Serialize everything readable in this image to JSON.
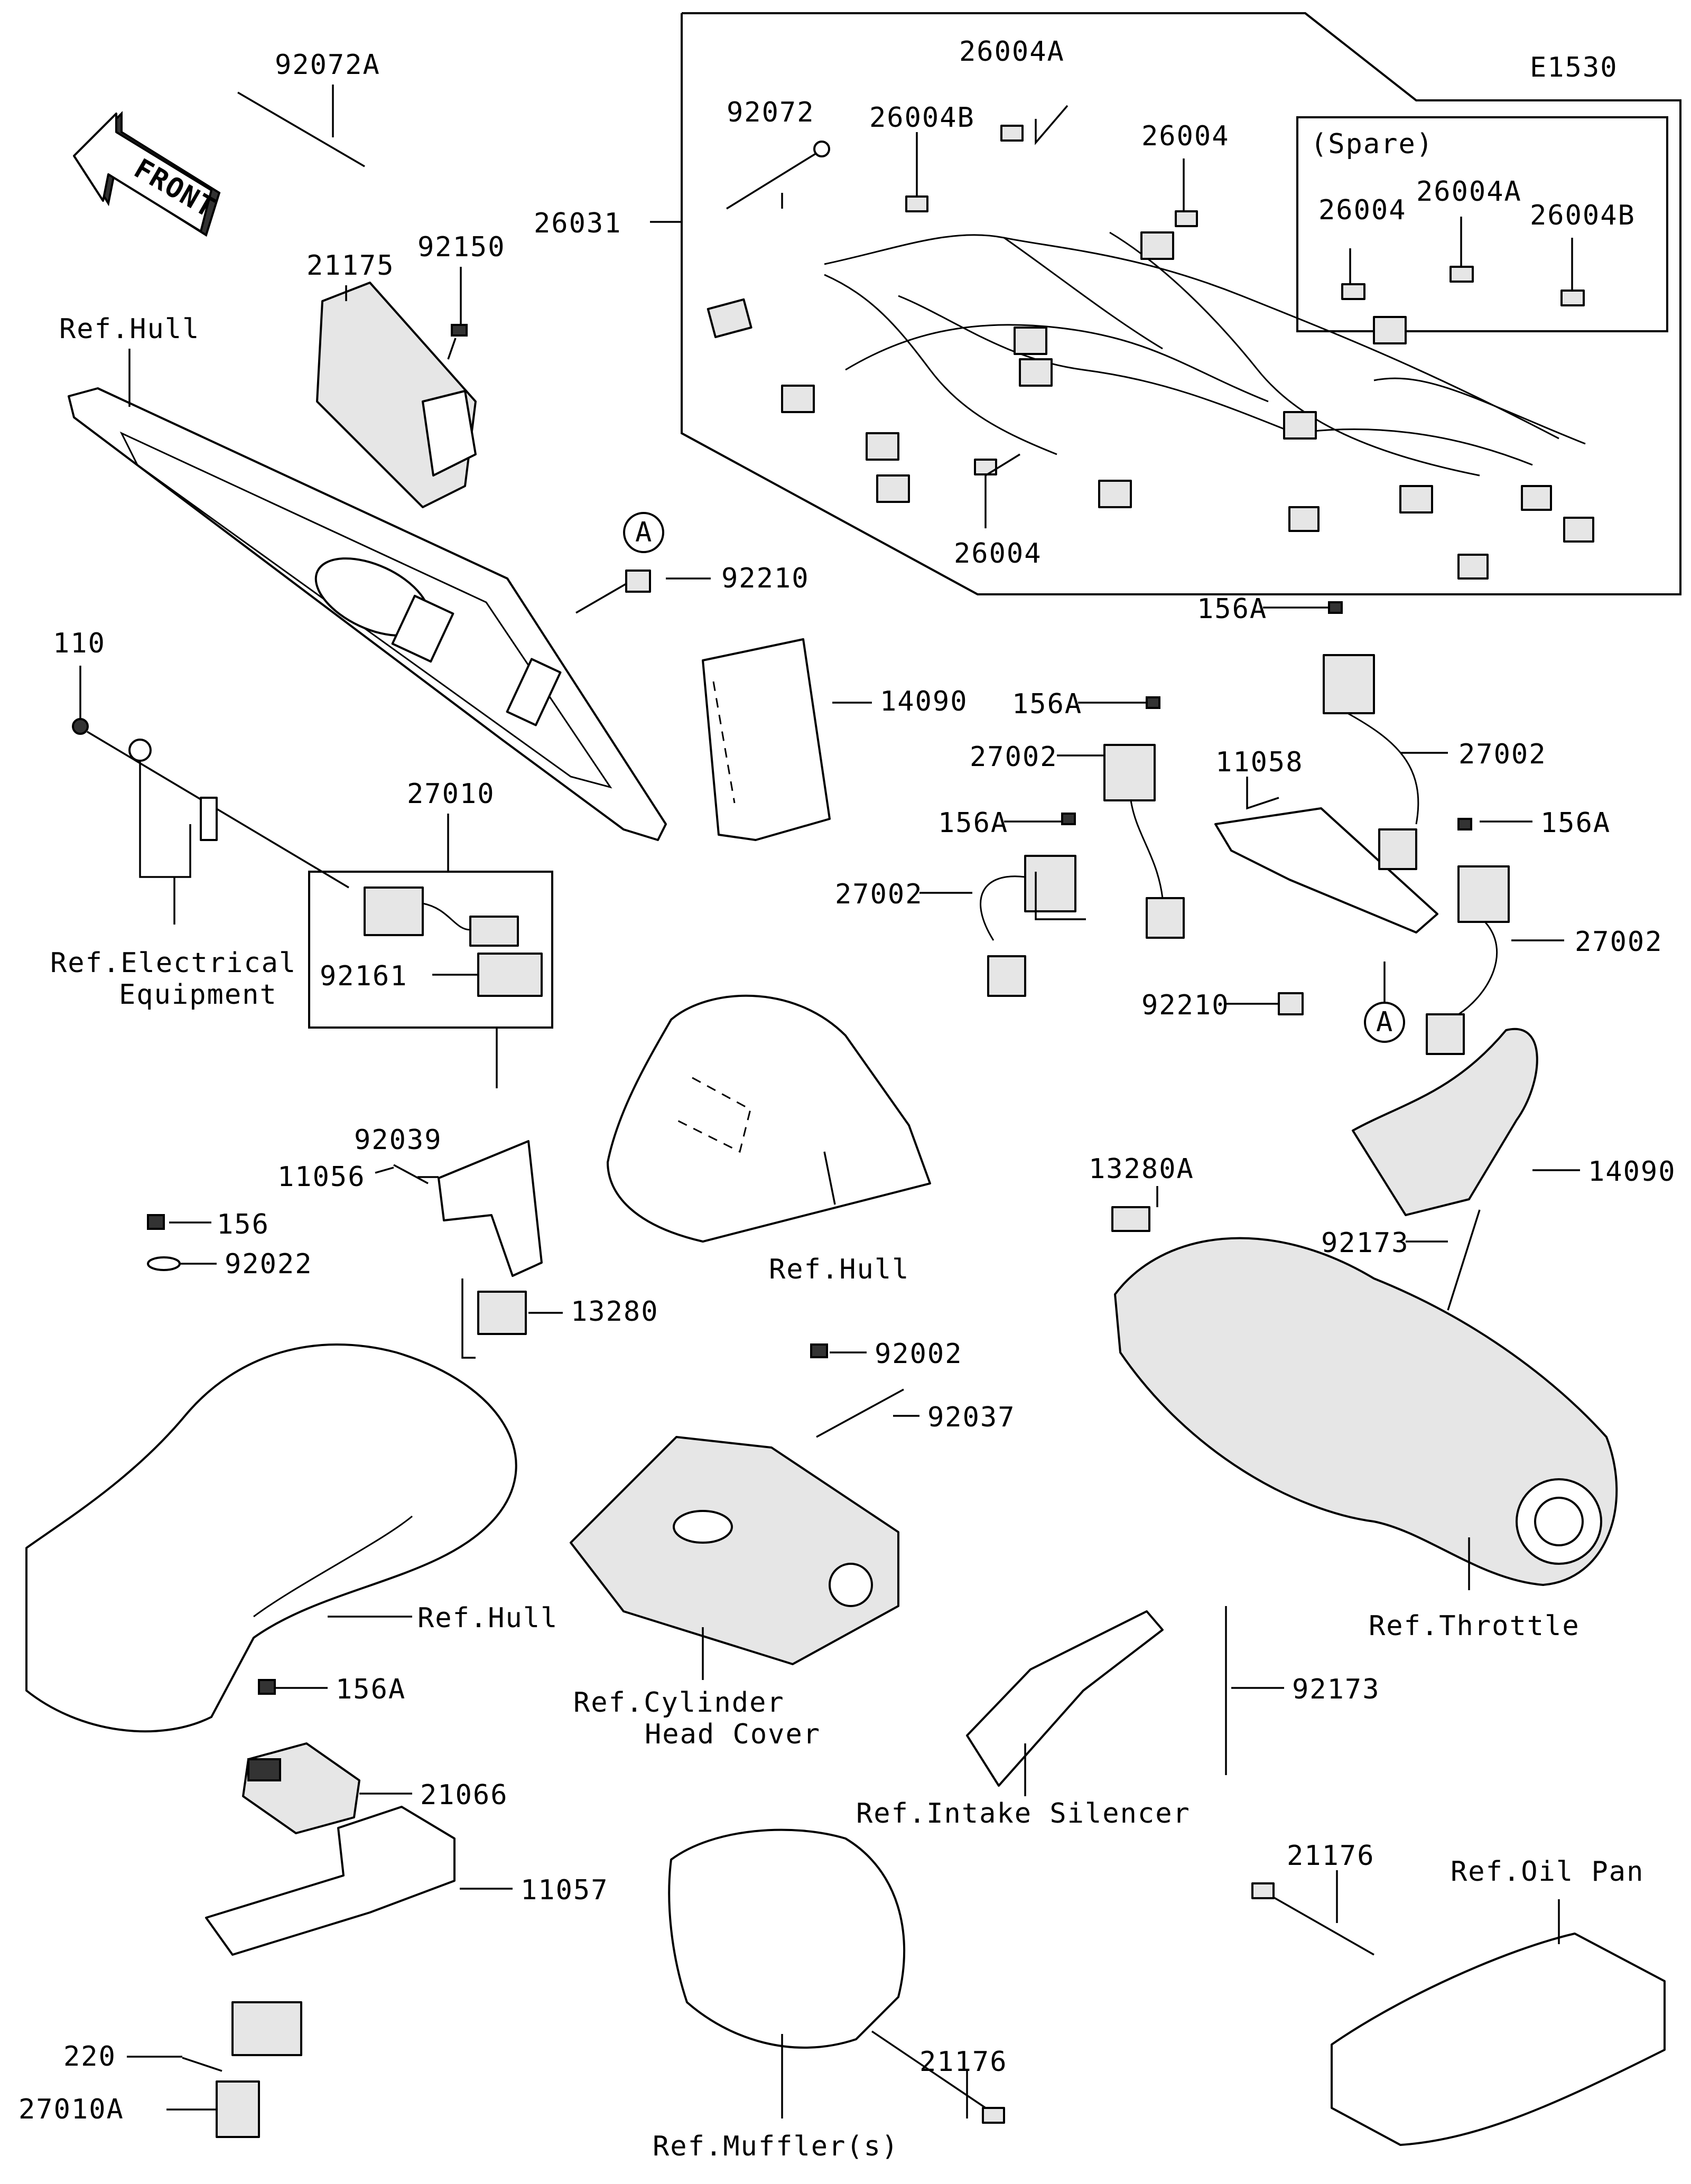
{
  "diagram_code": "E1530",
  "front_arrow": "FRONT",
  "spare_label": "(Spare)",
  "circle_ref": "A",
  "labels": {
    "p92072A": "92072A",
    "p21175": "21175",
    "p92150": "92150",
    "refHullTop": "Ref.Hull",
    "p92210a": "92210",
    "p110": "110",
    "refElec1": "Ref.Electrical",
    "refElec2": "Equipment",
    "p27010": "27010",
    "p92161": "92161",
    "p92039": "92039",
    "p11056": "11056",
    "p13280": "13280",
    "refHullMid": "Ref.Hull",
    "p14090a": "14090",
    "p92072": "92072",
    "p26004A": "26004A",
    "p26004B": "26004B",
    "p26004a": "26004",
    "p26031": "26031",
    "p26004b": "26004",
    "spare26004": "26004",
    "spare26004A": "26004A",
    "spare26004B": "26004B",
    "p156Aa": "156A",
    "p156Ab": "156A",
    "p27002a": "27002",
    "p11058": "11058",
    "p27002b": "27002",
    "p156Ac": "156A",
    "p156Ad": "156A",
    "p27002c": "27002",
    "p27002d": "27002",
    "p92210b": "92210",
    "p14090b": "14090",
    "p13280A": "13280A",
    "p92173a": "92173",
    "refThrottle": "Ref.Throttle",
    "p156": "156",
    "p92022": "92022",
    "refHullBottom": "Ref.Hull",
    "p92002": "92002",
    "p92037": "92037",
    "refCyl1": "Ref.Cylinder",
    "refCyl2": "Head Cover",
    "p156Ae": "156A",
    "p21066": "21066",
    "p11057": "11057",
    "p92173b": "92173",
    "refIntake": "Ref.Intake Silencer",
    "p21176a": "21176",
    "refOilPan": "Ref.Oil Pan",
    "p220": "220",
    "p27010A": "27010A",
    "p21176b": "21176",
    "refMuffler": "Ref.Muffler(s)"
  }
}
